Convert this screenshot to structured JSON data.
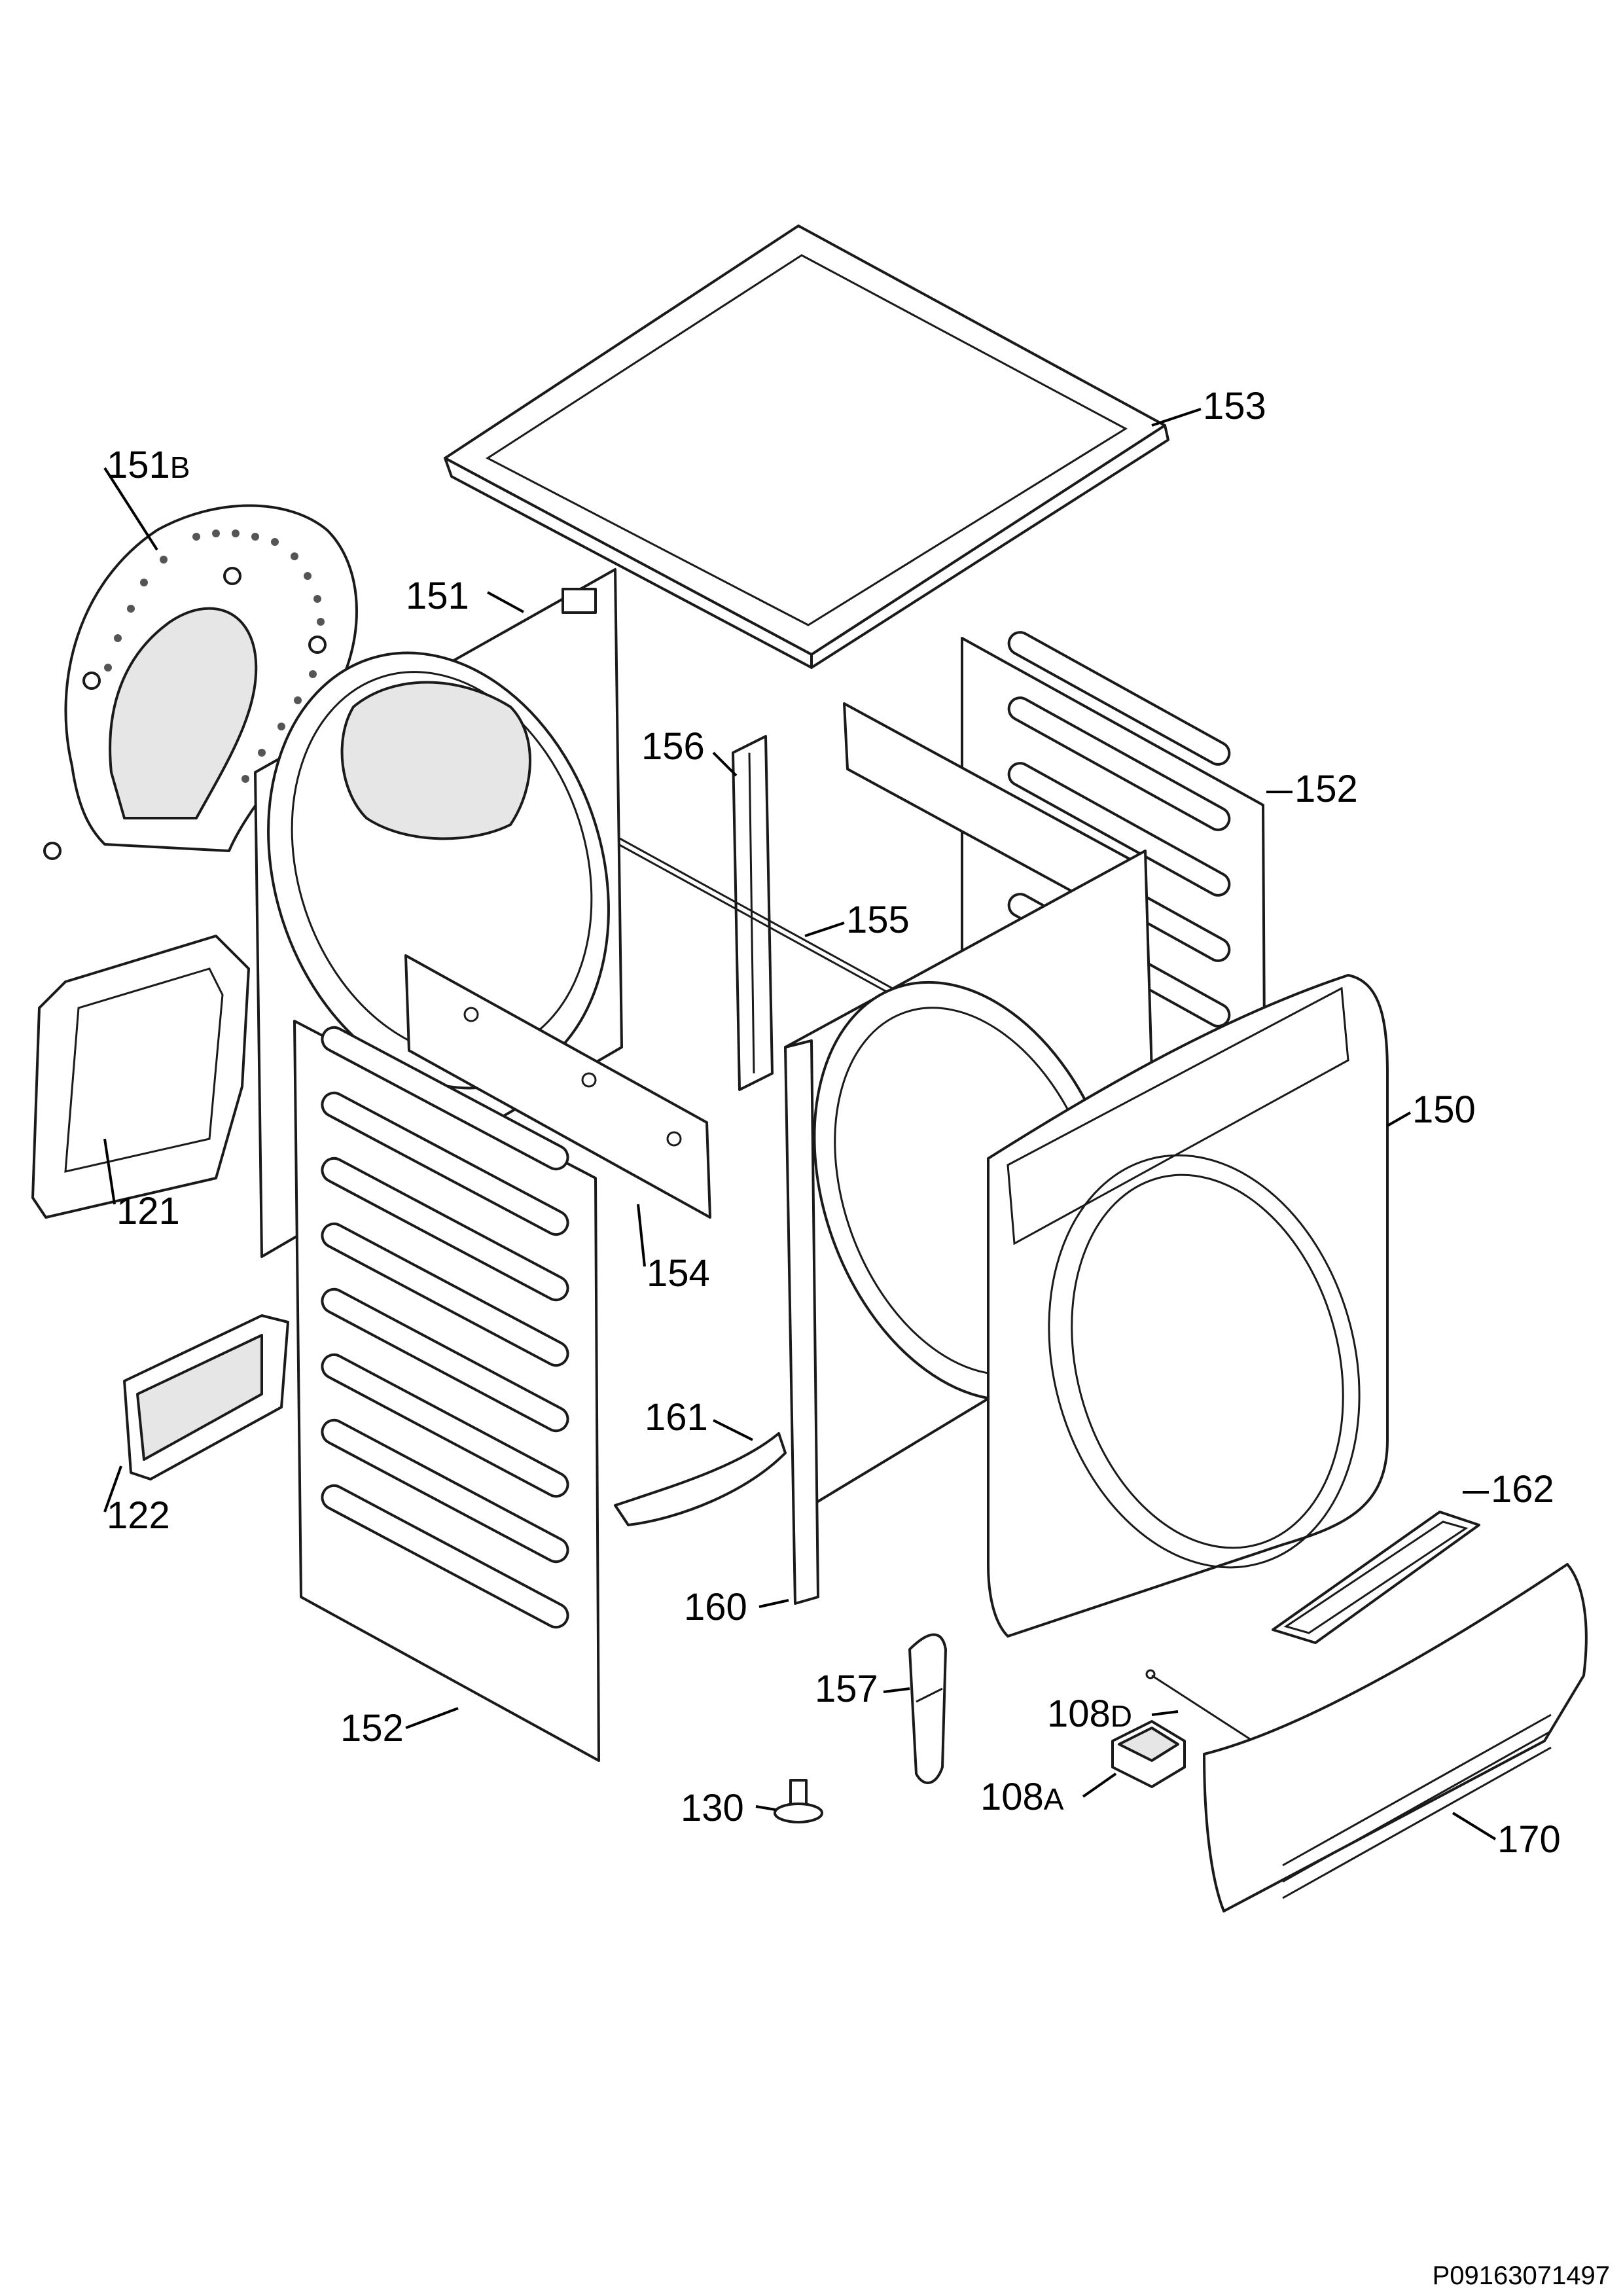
{
  "callouts": [
    {
      "id": "153",
      "label": "153"
    },
    {
      "id": "151b",
      "label": "151",
      "suffix": "B"
    },
    {
      "id": "151",
      "label": "151"
    },
    {
      "id": "156",
      "label": "156"
    },
    {
      "id": "152-right",
      "label": "152"
    },
    {
      "id": "155",
      "label": "155"
    },
    {
      "id": "150",
      "label": "150"
    },
    {
      "id": "121",
      "label": "121"
    },
    {
      "id": "154",
      "label": "154"
    },
    {
      "id": "161",
      "label": "161"
    },
    {
      "id": "162",
      "label": "162"
    },
    {
      "id": "122",
      "label": "122"
    },
    {
      "id": "160",
      "label": "160"
    },
    {
      "id": "157",
      "label": "157"
    },
    {
      "id": "108d",
      "label": "108",
      "suffix": "D"
    },
    {
      "id": "152-left",
      "label": "152"
    },
    {
      "id": "130",
      "label": "130"
    },
    {
      "id": "108a",
      "label": "108",
      "suffix": "A"
    },
    {
      "id": "170",
      "label": "170"
    }
  ],
  "document_id": "P09163071497"
}
